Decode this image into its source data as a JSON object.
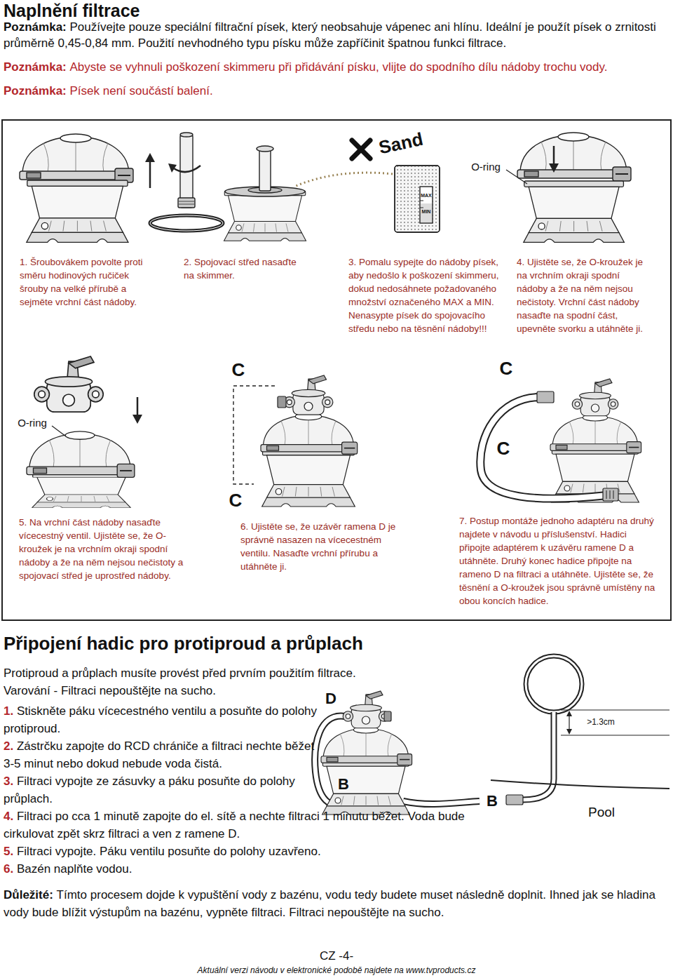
{
  "diagram": {
    "title": "Naplnění filtrace",
    "labels": [
      "Poznámka:",
      "Používejte pouze speciální filtrační písek, který neobsahuje vápenec ani hlínu. Ideální je použít písek o zrnitosti průměrně 0,45-0,84 mm. Použití nevhodného typu písku může zapříčinit špatnou funkci filtrace.",
      "Poznámka:",
      "Abyste se vyhnuli poškození skimmeru při přidávání písku, vlijte do spodního dílu nádoby trochu vody.",
      "Poznámka:",
      "Písek není součástí balení.",
      "Sand",
      "MAX",
      "MIN",
      "O-ring",
      "1. Šroubovákem povolte proti směru hodinových ručiček šrouby na velké přírubě a sejměte vrchní část nádoby.",
      "2. Spojovací střed nasaďte na skimmer.",
      "3. Pomalu sypejte do nádoby písek, aby nedošlo k poškození skimmeru, dokud nedosáhnete požadovaného množství označeného MAX a MIN. Nenasypte písek do spojovacího středu nebo na těsnění nádoby!!!",
      "4. Ujistěte se, že O-kroužek je na vrchním okraji spodní nádoby a že na něm nejsou nečistoty. Vrchní část nádoby nasaďte na spodní část, upevněte svorku a utáhněte ji.",
      "O-ring",
      "C",
      "C",
      "C",
      "C",
      "5. Na vrchní část nádoby nasaďte vícecestný ventil. Ujistěte se, že O-kroužek je na vrchním okraji spodní nádoby a že na něm nejsou nečistoty a spojovací střed je uprostřed nádoby.",
      "6. Ujistěte se, že uzávěr ramena D je správně nasazen na vícecestném ventilu. Nasaďte vrchní přírubu a utáhněte ji.",
      "7. Postup montáže jednoho adaptéru na druhý najdete v návodu u příslušenství. Hadici připojte adaptérem k uzávěru ramene D a utáhněte. Druhý konec hadice připojte na rameno D na filtraci a utáhněte. Ujistěte se, že těsnění a O-kroužek jsou správně umístěny na obou koncích hadice.",
      "Připojení hadic pro protiproud a průplach",
      "Protiproud a průplach musíte provést před prvním použitím filtrace.",
      "Varování - Filtraci nepouštějte na sucho.",
      "1.",
      "Stiskněte páku vícecestného ventilu a posuňte do polohy protiproud.",
      "2.",
      "Zástrčku zapojte do RCD chrániče a filtraci nechte běžet 3-5 minut nebo dokud nebude voda čistá.",
      "3.",
      "Filtraci vypojte ze zásuvky a páku posuňte do polohy průplach.",
      "4.",
      "Filtraci po cca 1 minutě zapojte do el. sítě a nechte filtraci 1 minutu běžet. Voda bude cirkulovat zpět skrz filtraci a ven z ramene D.",
      "5.",
      "Filtraci vypojte. Páku ventilu posuňte do polohy uzavřeno.",
      "6.",
      "Bazén naplňte vodou.",
      "D",
      ">1.3cm",
      "B",
      "B",
      "Pool",
      "Důležité:",
      "Tímto procesem dojde k vypuštění vody z bazénu, vodu tedy budete muset následně doplnit. Ihned jak se hladina vody bude blížit výstupům na bazénu, vypněte filtraci. Filtraci nepouštějte na sucho.",
      "CZ -4-",
      "Aktuální verzi návodu v elektronické podobě najdete na www.tvproducts.cz"
    ]
  }
}
